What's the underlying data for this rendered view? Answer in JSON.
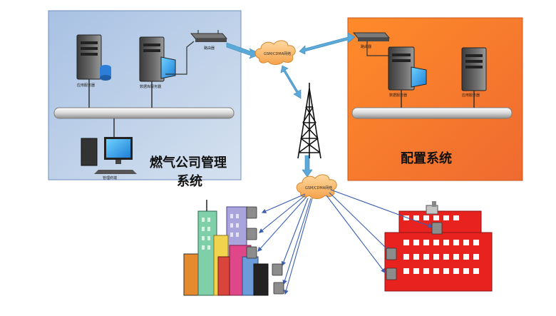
{
  "left_panel": {
    "title_line1": "燃气公司管理",
    "title_line2": "系统",
    "server1_label": "应用服务器",
    "server2_label": "数据库服务器",
    "router_label": "路由器",
    "workstation_label": "管理终端"
  },
  "right_panel": {
    "title": "配置系统",
    "router_label": "路由器",
    "server1_label": "数据服务器",
    "server2_label": "应用服务器"
  },
  "network": {
    "cloud_top_label": "GSM/CDMA网络",
    "cloud_bottom_label": "GSM/CDMA网络"
  },
  "colors": {
    "left_panel_fill": "#b9cde6",
    "right_panel_fill": "#f0742a",
    "arrow_color": "#5aa9d8",
    "link_color": "#3a5fb3",
    "factory_red": "#e8231f"
  }
}
